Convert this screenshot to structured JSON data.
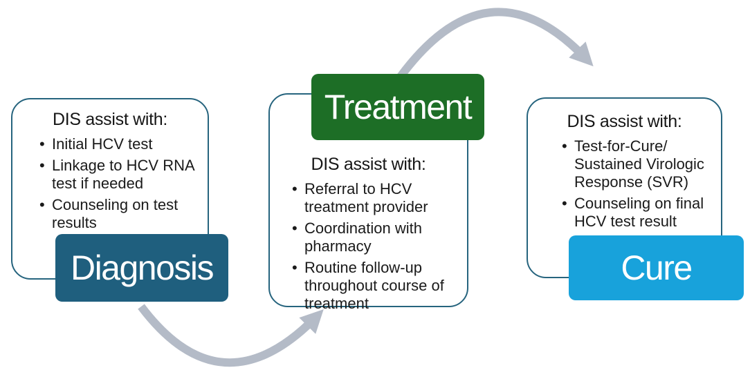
{
  "stages": [
    {
      "label": "Diagnosis",
      "label_color": "#1F5F7E",
      "assist_title": "DIS assist with:",
      "bullets": [
        "Initial HCV test",
        "Linkage to HCV RNA\ntest if needed",
        "Counseling on test\nresults"
      ]
    },
    {
      "label": "Treatment",
      "label_color": "#1D6E26",
      "assist_title": "DIS assist with:",
      "bullets": [
        "Referral to HCV\ntreatment provider",
        "Coordination with\npharmacy",
        "Routine follow-up\nthroughout course of\ntreatment"
      ]
    },
    {
      "label": "Cure",
      "label_color": "#18A2DB",
      "assist_title": "DIS assist with:",
      "bullets": [
        "Test-for-Cure/\nSustained Virologic\nResponse (SVR)",
        "Counseling on final\nHCV test result"
      ]
    }
  ],
  "flow": [
    {
      "from": "Diagnosis",
      "to": "Treatment"
    },
    {
      "from": "Treatment",
      "to": "Cure"
    }
  ],
  "ui": {
    "bullet_glyph": "•"
  },
  "colors": {
    "box_border": "#26647E",
    "arrow": "#B4BBC7",
    "diagnosis_fill": "#1F5F7E",
    "treatment_fill": "#1D6E26",
    "cure_fill": "#18A2DB",
    "label_text": "#FFFFFF",
    "body_text": "#1A1A1A",
    "background": "#FFFFFF"
  }
}
